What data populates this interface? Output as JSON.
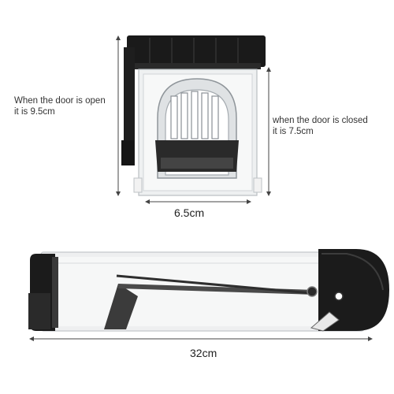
{
  "annotations": {
    "door_open": {
      "line1": "When the door is open",
      "line2": "it is 9.5cm"
    },
    "door_closed": {
      "line1": "when the door is closed",
      "line2": "it is 7.5cm"
    },
    "width": "6.5cm",
    "length": "32cm"
  }
}
